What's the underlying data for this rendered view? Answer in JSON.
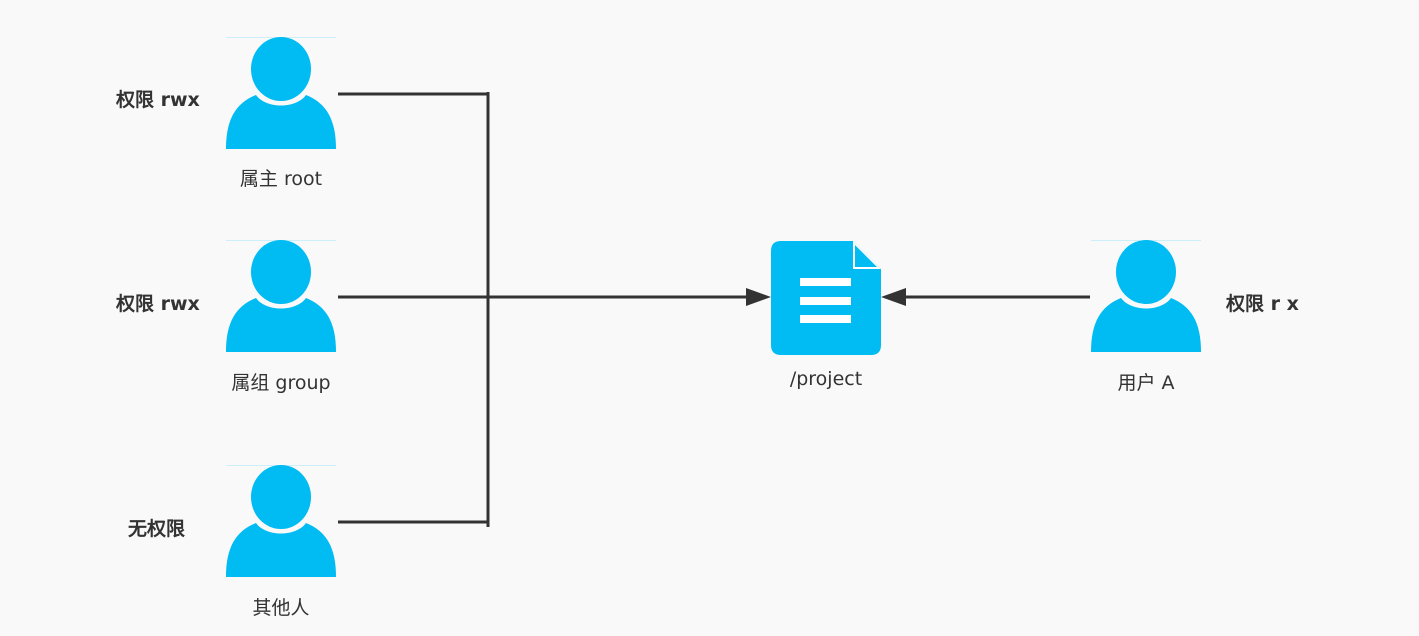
{
  "colors": {
    "icon": "#00bcf2",
    "line": "#333333",
    "background": "#f9f9f9"
  },
  "owner": {
    "name": "属主 root",
    "permission": "权限 rwx",
    "icon": "user-icon"
  },
  "group": {
    "name": "属组 group",
    "permission": "权限 rwx",
    "icon": "user-icon"
  },
  "others": {
    "name": "其他人",
    "permission": "无权限",
    "icon": "user-icon"
  },
  "target": {
    "name": "/project",
    "icon": "document-icon"
  },
  "user_a": {
    "name": "用户 A",
    "permission": "权限 r x",
    "icon": "user-icon"
  }
}
